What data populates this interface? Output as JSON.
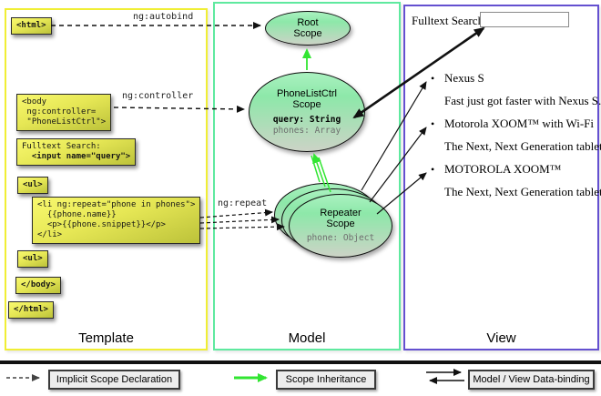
{
  "columns": {
    "template": {
      "label": "Template"
    },
    "model": {
      "label": "Model"
    },
    "view": {
      "label": "View"
    }
  },
  "template": {
    "html_open": "<html>",
    "body_open": "<body\n ng:controller=\n \"PhoneListCtrl\">",
    "fulltext_label": "Fulltext Search:",
    "fulltext_input": "  <input name=\"query\">",
    "ul_open": "<ul>",
    "li_repeat": "<li ng:repeat=\"phone in phones\">\n  {{phone.name}}\n  <p>{{phone.snippet}}</p>\n</li>",
    "ul_close": "<ul>",
    "body_close": "</body>",
    "html_close": "</html>"
  },
  "labels": {
    "autobind": "ng:autobind",
    "controller": "ng:controller",
    "repeat": "ng:repeat"
  },
  "model": {
    "root_scope": "Root\nScope",
    "ctrl_scope": "PhoneListCtrl\nScope",
    "ctrl_query": "query: String",
    "ctrl_phones": "phones: Array",
    "repeater_scope": "Repeater\nScope",
    "repeater_phone": "phone: Object"
  },
  "view": {
    "search_label": "Fulltext Search:",
    "search_value": "",
    "items": [
      {
        "title": "Nexus S",
        "desc": "Fast just got faster with Nexus S."
      },
      {
        "title": "Motorola XOOM™ with Wi-Fi",
        "desc": "The Next, Next Generation tablet."
      },
      {
        "title": "MOTOROLA XOOM™",
        "desc": "The Next, Next Generation tablet."
      }
    ]
  },
  "legend": {
    "implicit_scope": "Implicit Scope Declaration",
    "scope_inheritance": "Scope Inheritance",
    "data_binding": "Model / View Data-binding"
  },
  "colors": {
    "template_border": "#f0ee35",
    "model_border": "#5fe99f",
    "view_border": "#6450d0",
    "inheritance_green": "#32e532",
    "code_box_yellow": "#e6e755",
    "scope_ellipse_green": "#8de8a9"
  }
}
